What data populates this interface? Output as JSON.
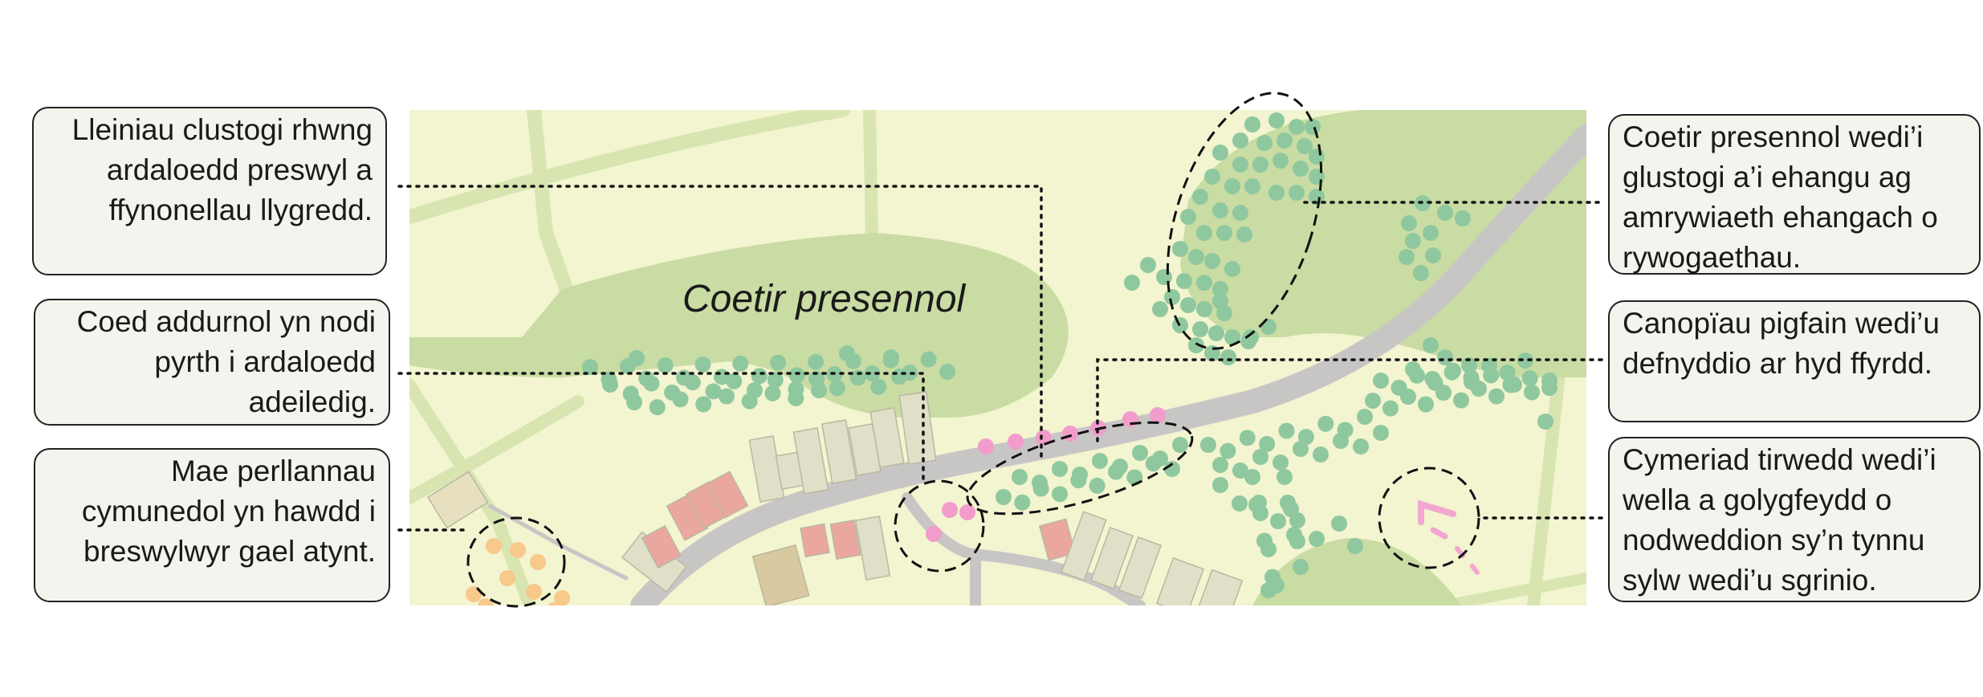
{
  "map": {
    "title": "Coetir presennol"
  },
  "callouts": {
    "buffer_strips": "Lleiniau clustogi rhwng ardaloedd preswyl a ffynonellau llygredd.",
    "ornamental_trees": "Coed addurnol yn nodi pyrth i ardaloedd adeiledig.",
    "community_orchards": "Mae perllannau cymunedol yn hawdd i breswylwyr gael atynt.",
    "existing_woodland": "Coetir presennol wedi’i glustogi a’i ehangu ag amrywiaeth ehangach o rywogaethau.",
    "narrow_canopies": "Canopïau pigfain wedi’u defnyddio ar hyd ffyrdd.",
    "landscape_character": "Cymeriad tirwedd wedi’i wella a golygfeydd o nodweddion sy’n tynnu sylw wedi’u sgrinio."
  },
  "colors": {
    "map_background": "#f3f4d0",
    "woodland": "#c9dca3",
    "paths": "#d6e3ae",
    "road": "#c8c6c5",
    "tree": "#8fc89e",
    "ornamental_tree": "#f29ccc",
    "orchard_tree": "#f7c98a",
    "building_neutral": "#e0dfc8",
    "building_red": "#eaa7a0",
    "building_tan": "#d8c9a0",
    "feature_marker": "#f3a6cf"
  }
}
